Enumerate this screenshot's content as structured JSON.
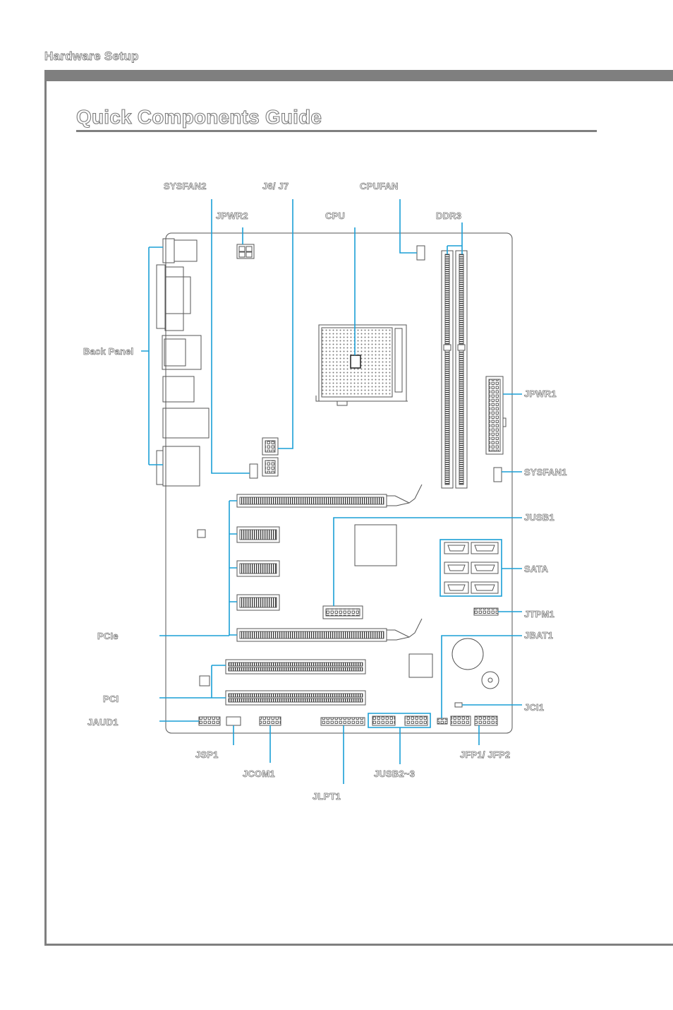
{
  "header": {
    "section": "Hardware Setup"
  },
  "title": "Quick Components Guide",
  "colors": {
    "leader_line": "#1a9fd6",
    "board_stroke": "#555555",
    "chrome_gray": "#7f7f7f"
  },
  "labels": {
    "sysfan2": "SYSFAN2",
    "j6_j7": "J6/ J7",
    "cpufan": "CPUFAN",
    "jpwr2": "JPWR2",
    "cpu": "CPU",
    "ddr3": "DDR3",
    "back_panel": "Back Panel",
    "jpwr1": "JPWR1",
    "sysfan1": "SYSFAN1",
    "jusb1": "JUSB1",
    "sata": "SATA",
    "jtpm1": "JTPM1",
    "pcie": "PCIe",
    "jbat1": "JBAT1",
    "pci": "PCI",
    "jci1": "JCI1",
    "jaud1": "JAUD1",
    "jsp1": "JSP1",
    "jfp": "JFP1/ JFP2",
    "jcom1": "JCOM1",
    "jusb2_3": "JUSB2~3",
    "jlpt1": "JLPT1"
  }
}
